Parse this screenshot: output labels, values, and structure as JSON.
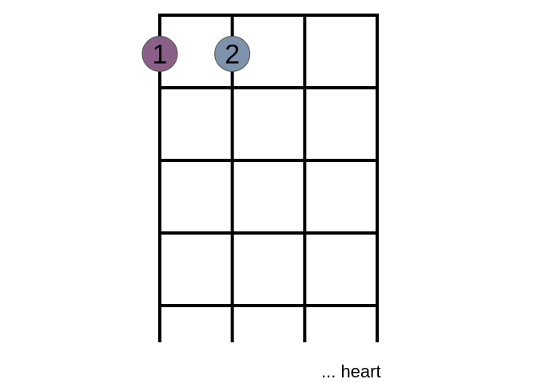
{
  "diagram": {
    "strings": 4,
    "frets": 4,
    "markers": [
      {
        "label": "1",
        "string": 1,
        "fret": 1,
        "color": "#8a6089"
      },
      {
        "label": "2",
        "string": 2,
        "fret": 1,
        "color": "#7d93ab"
      }
    ],
    "line_color": "#000000"
  },
  "caption": "... heart"
}
